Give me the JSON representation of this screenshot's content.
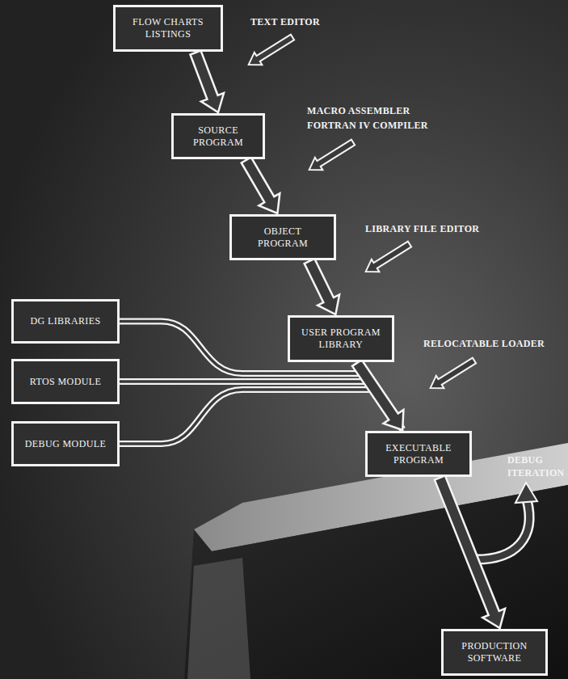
{
  "diagram": {
    "nodes": [
      {
        "text": [
          "FLOW CHARTS LISTINGS"
        ]
      },
      {
        "text": [
          "SOURCE PROGRAM"
        ]
      },
      {
        "text": [
          "OBJECT PROGRAM"
        ]
      },
      {
        "text": [
          "USER PROGRAM LIBRARY"
        ]
      },
      {
        "text": [
          "DG LIBRARIES"
        ]
      },
      {
        "text": [
          "RTOS MODULE"
        ]
      },
      {
        "text": [
          "DEBUG MODULE"
        ]
      },
      {
        "text": [
          "EXECUTABLE PROGRAM"
        ]
      },
      {
        "text": [
          "PRODUCTION SOFTWARE"
        ]
      }
    ],
    "edges": [
      {
        "from": 0,
        "to": 1,
        "arrow": "to"
      },
      {
        "from": 1,
        "to": 2,
        "arrow": "to"
      },
      {
        "from": 2,
        "to": 3,
        "arrow": "to"
      },
      {
        "from": 4,
        "to": 7,
        "arrow": "to"
      },
      {
        "from": 5,
        "to": 7,
        "arrow": "to"
      },
      {
        "from": 6,
        "to": 7,
        "arrow": "to"
      },
      {
        "from": 3,
        "to": 7,
        "arrow": "to"
      },
      {
        "from": 7,
        "to": 8,
        "arrow": "to"
      }
    ],
    "labels": [
      "TEXT EDITOR",
      "MACRO ASSEMBLER",
      "FORTRAN IV COMPILER",
      "LIBRARY FILE EDITOR",
      "RELOCATABLE LOADER",
      "DEBUG ITERATION"
    ]
  }
}
